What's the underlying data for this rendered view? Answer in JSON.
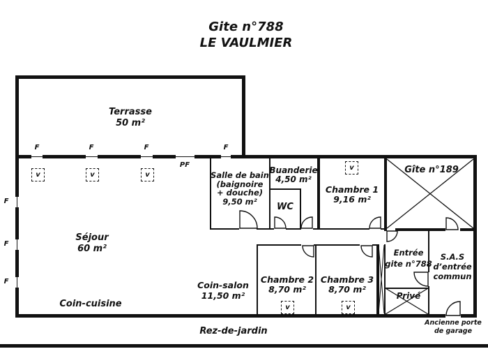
{
  "title": {
    "line1": "Gite n°788",
    "line2": "LE VAULMIER"
  },
  "floor_label": "Rez-de-jardin",
  "terrace": {
    "name": "Terrasse",
    "area": "50 m²"
  },
  "rooms": {
    "sejour": {
      "name": "Séjour",
      "area": "60 m²"
    },
    "coin_cuisine": {
      "name": "Coin-cuisine"
    },
    "coin_salon": {
      "name": "Coin-salon",
      "area": "11,50 m²"
    },
    "salle_de_bain": {
      "name": "Salle de bain",
      "detail1": "(baignoire",
      "detail2": "+ douche)",
      "area": "9,50 m²"
    },
    "buanderie": {
      "name": "Buanderie",
      "area": "4,50 m²"
    },
    "wc": {
      "name": "WC"
    },
    "chambre1": {
      "name": "Chambre 1",
      "area": "9,16 m²"
    },
    "chambre2": {
      "name": "Chambre 2",
      "area": "8,70 m²"
    },
    "chambre3": {
      "name": "Chambre 3",
      "area": "8,70 m²"
    },
    "gite189": {
      "name": "Gîte n°189"
    },
    "entree": {
      "line1": "Entrée",
      "line2": "gite n°788"
    },
    "sas": {
      "line1": "S.A.S",
      "line2": "d’entrée",
      "line3": "commun"
    },
    "prive": {
      "name": "Privé"
    }
  },
  "annotations": {
    "window_label": "F",
    "door_window_label": "PF",
    "shutter_label": "v",
    "garage_note_line1": "Ancienne porte",
    "garage_note_line2": "de garage"
  },
  "colors": {
    "ink": "#111111",
    "background": "#ffffff"
  }
}
